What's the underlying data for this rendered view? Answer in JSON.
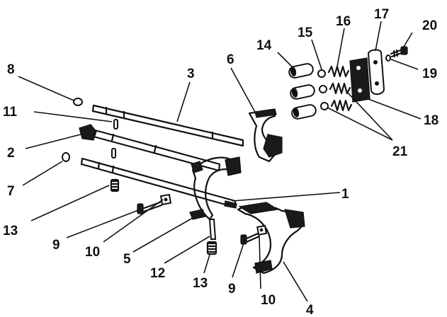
{
  "diagram": {
    "callouts": [
      {
        "id": "c1",
        "text": "1"
      },
      {
        "id": "c2",
        "text": "2"
      },
      {
        "id": "c3",
        "text": "3"
      },
      {
        "id": "c4",
        "text": "4"
      },
      {
        "id": "c5",
        "text": "5"
      },
      {
        "id": "c6",
        "text": "6"
      },
      {
        "id": "c7",
        "text": "7"
      },
      {
        "id": "c8",
        "text": "8"
      },
      {
        "id": "c9a",
        "text": "9"
      },
      {
        "id": "c9b",
        "text": "9"
      },
      {
        "id": "c10a",
        "text": "10"
      },
      {
        "id": "c10b",
        "text": "10"
      },
      {
        "id": "c11",
        "text": "11"
      },
      {
        "id": "c12",
        "text": "12"
      },
      {
        "id": "c13a",
        "text": "13"
      },
      {
        "id": "c13b",
        "text": "13"
      },
      {
        "id": "c14",
        "text": "14"
      },
      {
        "id": "c15",
        "text": "15"
      },
      {
        "id": "c16",
        "text": "16"
      },
      {
        "id": "c17",
        "text": "17"
      },
      {
        "id": "c18",
        "text": "18"
      },
      {
        "id": "c19",
        "text": "19"
      },
      {
        "id": "c20",
        "text": "20"
      },
      {
        "id": "c21",
        "text": "21"
      }
    ]
  }
}
